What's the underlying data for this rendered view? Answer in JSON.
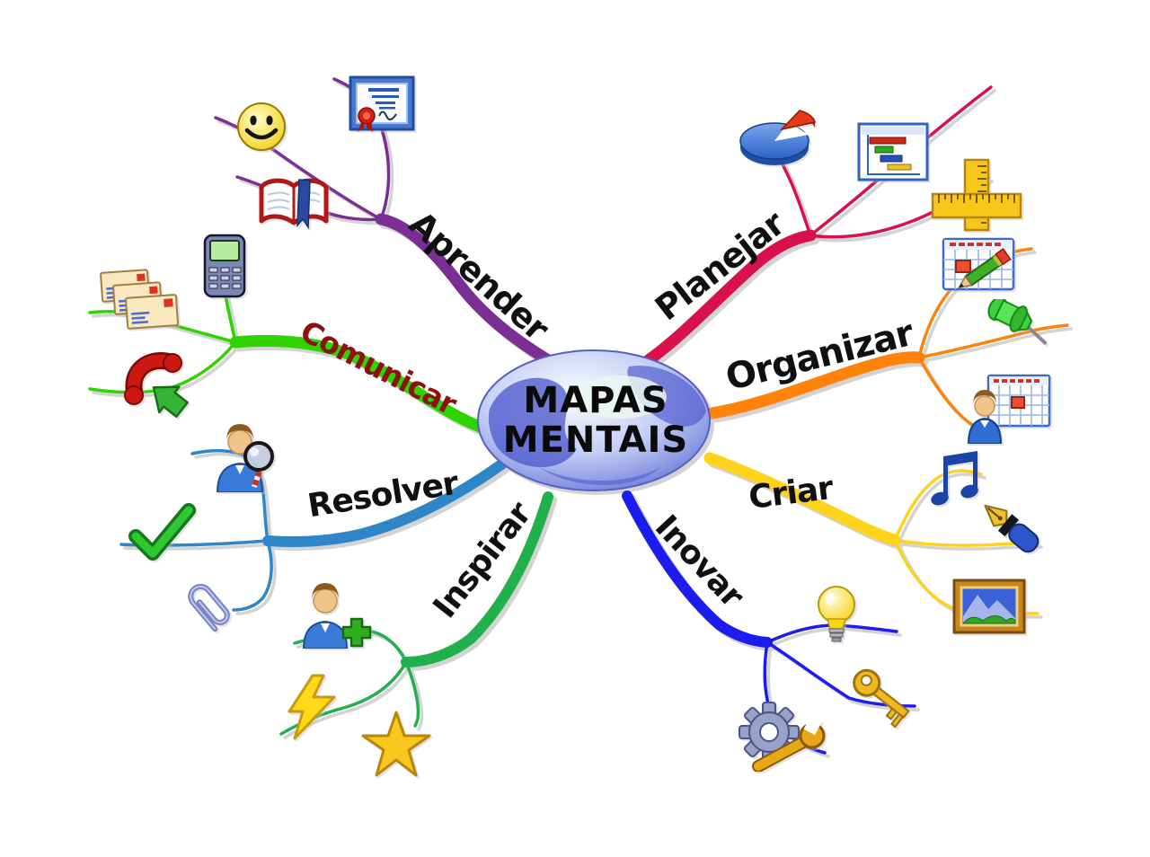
{
  "title": "MAPAS MENTAIS",
  "center": {
    "line1": "MAPAS",
    "line2": "MENTAIS"
  },
  "branches": [
    {
      "id": "aprender",
      "label": "Aprender",
      "color": "#7B2F94",
      "label_color": "#101010",
      "icons": [
        "certificate-icon",
        "smiley-icon",
        "open-book-icon"
      ]
    },
    {
      "id": "planejar",
      "label": "Planejar",
      "color": "#D8114B",
      "label_color": "#101010",
      "icons": [
        "pie-chart-icon",
        "gantt-chart-icon",
        "rulers-icon"
      ]
    },
    {
      "id": "comunicar",
      "label": "Comunicar",
      "color": "#2ED300",
      "label_color": "#8E1111",
      "icons": [
        "envelopes-icon",
        "mobile-phone-icon",
        "telephone-icon"
      ]
    },
    {
      "id": "organizar",
      "label": "Organizar",
      "color": "#FF820A",
      "label_color": "#101010",
      "icons": [
        "calendar-pencil-icon",
        "pushpin-icon",
        "person-calendar-icon"
      ]
    },
    {
      "id": "resolver",
      "label": "Resolver",
      "color": "#2E86C8",
      "label_color": "#101010",
      "icons": [
        "person-magnifier-icon",
        "checkmark-icon",
        "paperclip-icon"
      ]
    },
    {
      "id": "criar",
      "label": "Criar",
      "color": "#FFD21C",
      "label_color": "#101010",
      "icons": [
        "music-notes-icon",
        "fountain-pen-icon",
        "picture-frame-icon"
      ]
    },
    {
      "id": "inspirar",
      "label": "Inspirar",
      "color": "#21B14C",
      "label_color": "#101010",
      "icons": [
        "person-add-icon",
        "lightning-icon",
        "star-icon"
      ]
    },
    {
      "id": "inovar",
      "label": "Inovar",
      "color": "#1C1CEE",
      "label_color": "#101010",
      "icons": [
        "light-bulb-icon",
        "key-icon",
        "gear-wrench-icon"
      ]
    }
  ]
}
